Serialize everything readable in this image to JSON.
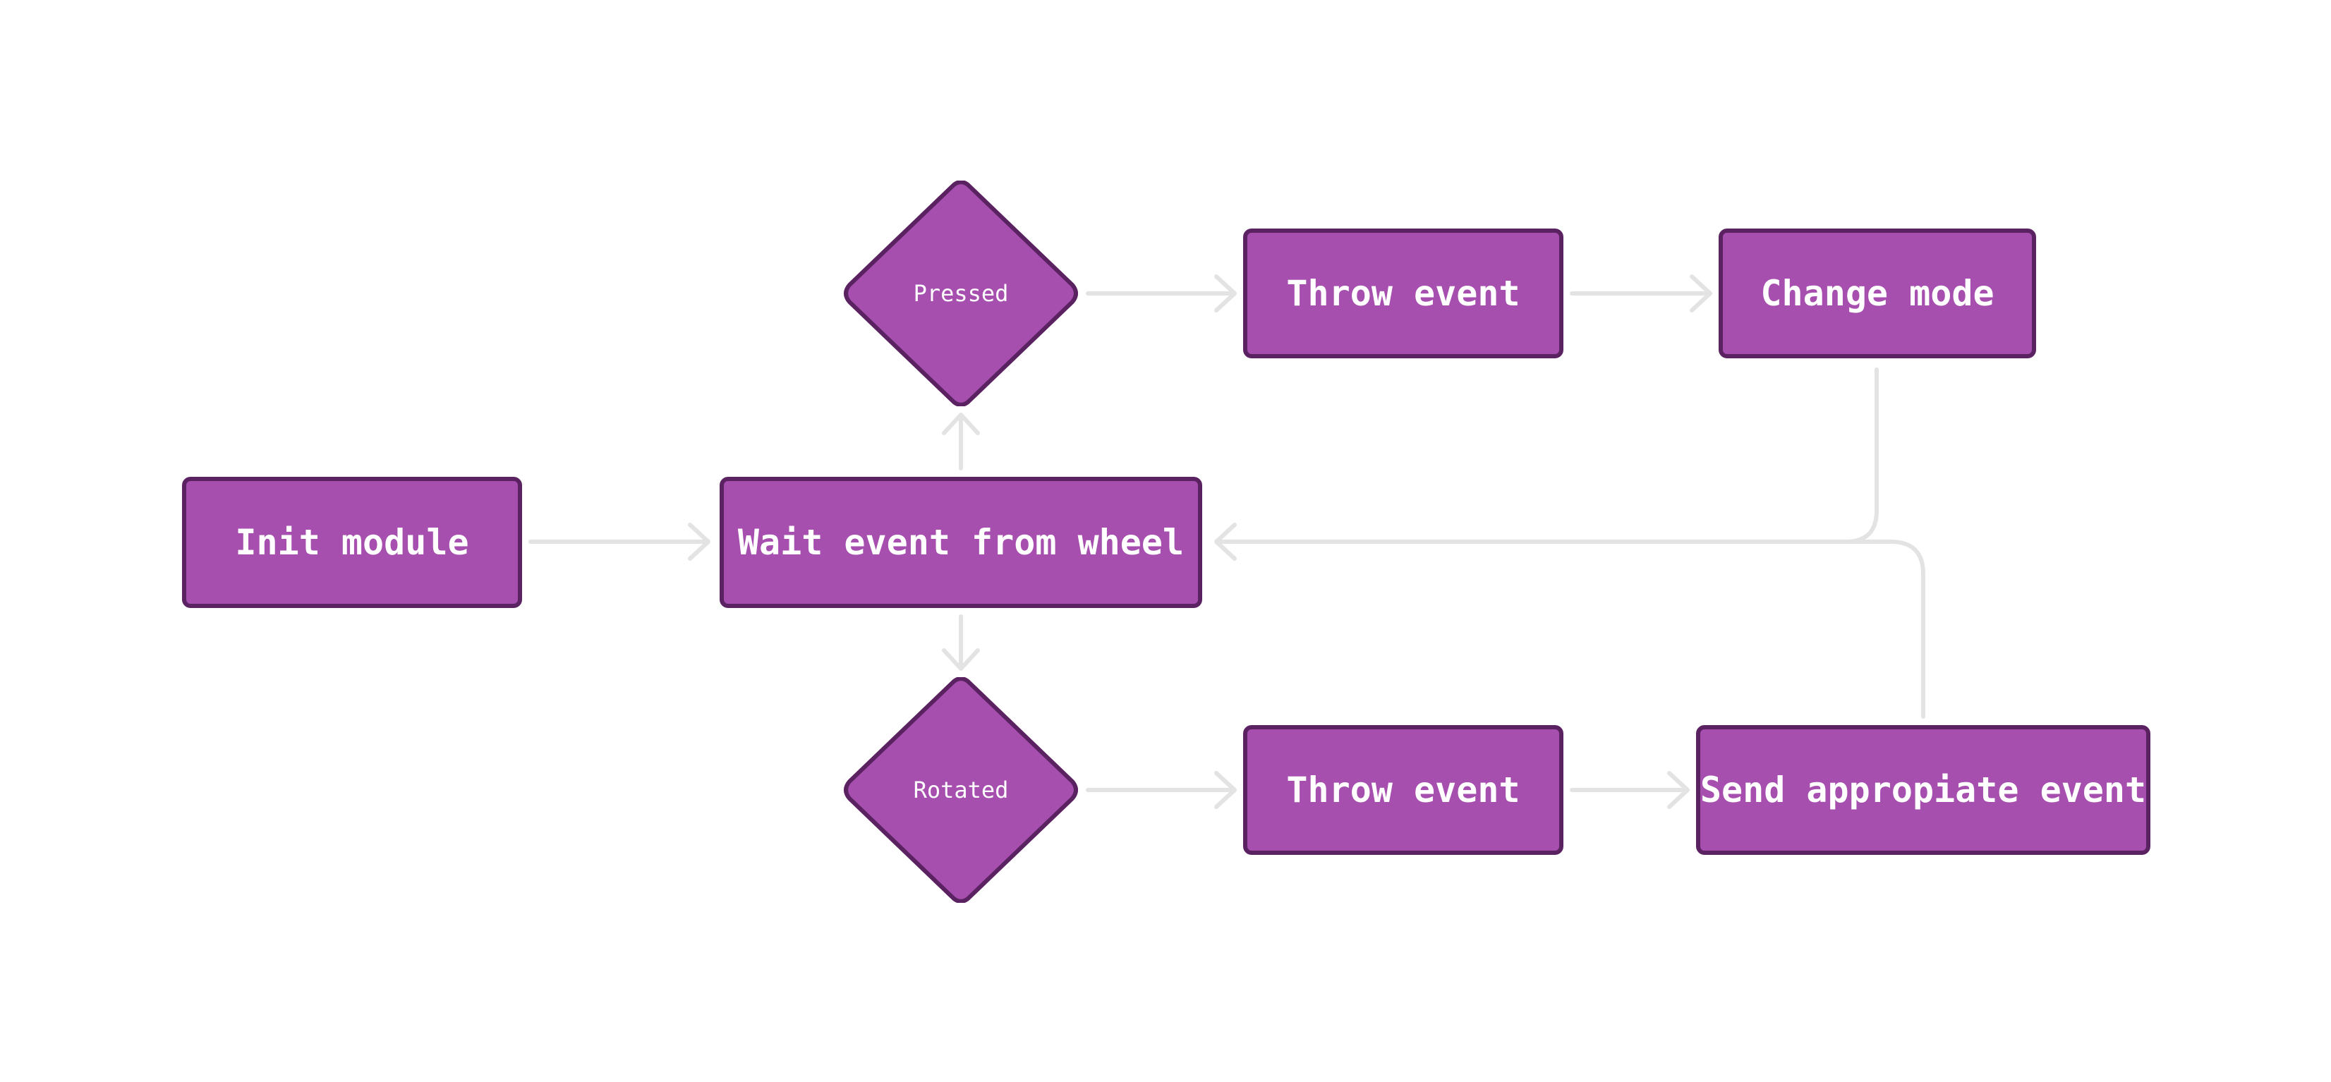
{
  "colors": {
    "node_fill": "#a64faf",
    "node_border": "#5b2262",
    "edge": "#e3e3e3",
    "label": "#ffffff",
    "background": "#ffffff"
  },
  "nodes": {
    "init_module": "Init module",
    "wait_event": "Wait event from wheel",
    "pressed": "Pressed",
    "rotated": "Rotated",
    "throw_event_top": "Throw event",
    "throw_event_bottom": "Throw event",
    "change_mode": "Change mode",
    "send_event": "Send appropiate event"
  },
  "edges": [
    {
      "from": "Init module",
      "to": "Wait event from wheel"
    },
    {
      "from": "Wait event from wheel",
      "to": "Pressed"
    },
    {
      "from": "Wait event from wheel",
      "to": "Rotated"
    },
    {
      "from": "Pressed",
      "to": "Throw event"
    },
    {
      "from": "Throw event",
      "to": "Change mode"
    },
    {
      "from": "Change mode",
      "to": "Wait event from wheel"
    },
    {
      "from": "Rotated",
      "to": "Throw event"
    },
    {
      "from": "Throw event",
      "to": "Send appropiate event"
    },
    {
      "from": "Send appropiate event",
      "to": "Wait event from wheel"
    }
  ]
}
